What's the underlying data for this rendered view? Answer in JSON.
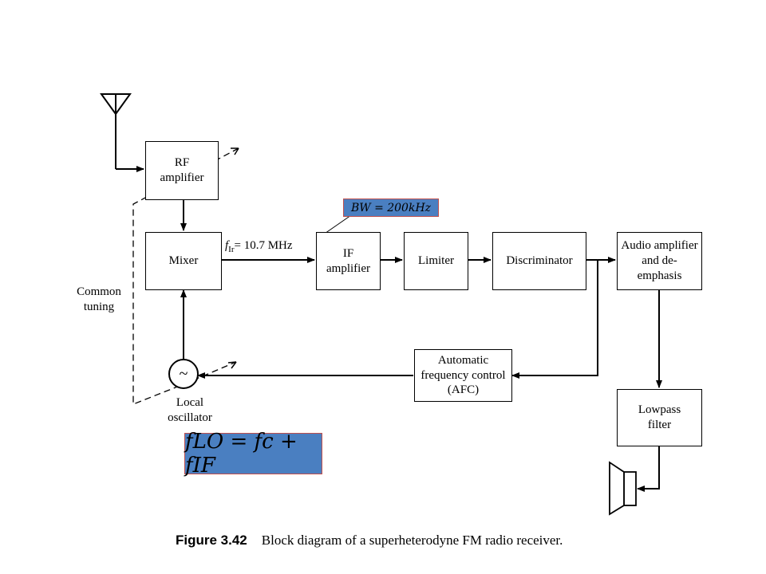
{
  "blocks": {
    "rf_amplifier": "RF amplifier",
    "mixer": "Mixer",
    "if_amplifier": "IF amplifier",
    "limiter": "Limiter",
    "discriminator": "Discriminator",
    "audio_amplifier": "Audio amplifier and de-emphasis",
    "afc": "Automatic frequency control (AFC)",
    "lowpass_filter": "Lowpass filter"
  },
  "labels": {
    "common_tuning": "Common tuning",
    "local_oscillator": "Local oscillator",
    "oscillator_symbol": "~",
    "if_frequency": "= 10.7 MHz",
    "if_frequency_symbol": "f",
    "if_frequency_subscript": "Ir"
  },
  "annotations": {
    "bandwidth": "BW = 200kHz",
    "lo_equation": "fLO = fc + fIF"
  },
  "caption": {
    "figure_number": "Figure 3.42",
    "text": "Block diagram of a superheterodyne FM radio receiver."
  }
}
